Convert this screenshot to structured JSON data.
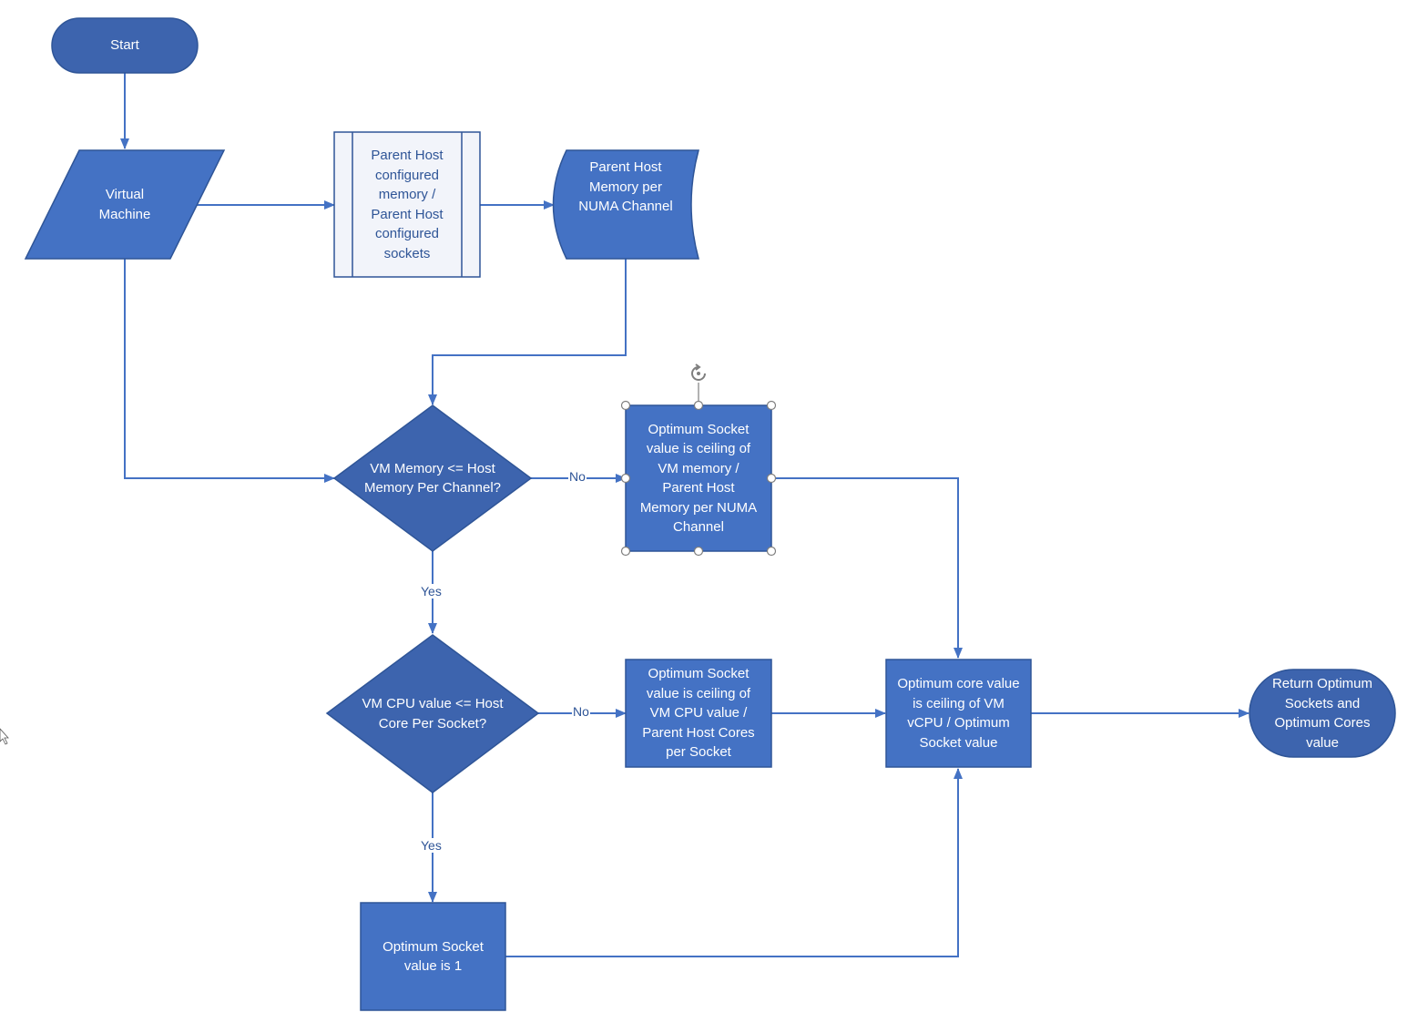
{
  "colors": {
    "fill_light": "#4472c4",
    "fill_dark": "#3d64ae",
    "stroke": "#2f5597",
    "connector": "#4472c4",
    "predefined_fill": "#f2f4fa",
    "handle_stroke": "#7f7f7f"
  },
  "nodes": {
    "start": {
      "shape": "terminator",
      "text": "Start"
    },
    "virtual_machine": {
      "shape": "data",
      "text": "Virtual\nMachine"
    },
    "host_memory_calc": {
      "shape": "predefined-process",
      "text": "Parent Host\nconfigured\nmemory /\nParent Host\nconfigured\nsockets"
    },
    "memory_per_numa": {
      "shape": "stored-data",
      "text": "Parent Host\nMemory per\nNUMA Channel"
    },
    "memory_decision": {
      "shape": "decision",
      "text": "VM Memory <= Host\nMemory Per Channel?"
    },
    "socket_by_memory": {
      "shape": "process",
      "text": "Optimum Socket\nvalue is ceiling of\nVM memory /\nParent Host\nMemory per NUMA\nChannel",
      "selected": true
    },
    "cpu_decision": {
      "shape": "decision",
      "text": "VM CPU value <= Host\nCore Per Socket?"
    },
    "socket_by_cpu": {
      "shape": "process",
      "text": "Optimum Socket\nvalue is ceiling of\nVM CPU value /\nParent Host Cores\nper Socket"
    },
    "core_value": {
      "shape": "process",
      "text": "Optimum core value\nis ceiling of VM\nvCPU / Optimum\nSocket value"
    },
    "socket_one": {
      "shape": "process",
      "text": "Optimum Socket\nvalue is 1"
    },
    "return_values": {
      "shape": "terminator",
      "text": "Return Optimum\nSockets  and\nOptimum Cores\nvalue"
    }
  },
  "edges": [
    {
      "from": "start",
      "to": "virtual_machine",
      "label": ""
    },
    {
      "from": "virtual_machine",
      "to": "host_memory_calc",
      "label": ""
    },
    {
      "from": "host_memory_calc",
      "to": "memory_per_numa",
      "label": ""
    },
    {
      "from": "memory_per_numa",
      "to": "memory_decision",
      "label": ""
    },
    {
      "from": "virtual_machine",
      "to": "memory_decision",
      "label": ""
    },
    {
      "from": "memory_decision",
      "to": "socket_by_memory",
      "label": "No"
    },
    {
      "from": "memory_decision",
      "to": "cpu_decision",
      "label": "Yes"
    },
    {
      "from": "socket_by_memory",
      "to": "core_value",
      "label": ""
    },
    {
      "from": "cpu_decision",
      "to": "socket_by_cpu",
      "label": "No"
    },
    {
      "from": "cpu_decision",
      "to": "socket_one",
      "label": "Yes"
    },
    {
      "from": "socket_by_cpu",
      "to": "core_value",
      "label": ""
    },
    {
      "from": "socket_one",
      "to": "core_value",
      "label": ""
    },
    {
      "from": "core_value",
      "to": "return_values",
      "label": ""
    }
  ]
}
